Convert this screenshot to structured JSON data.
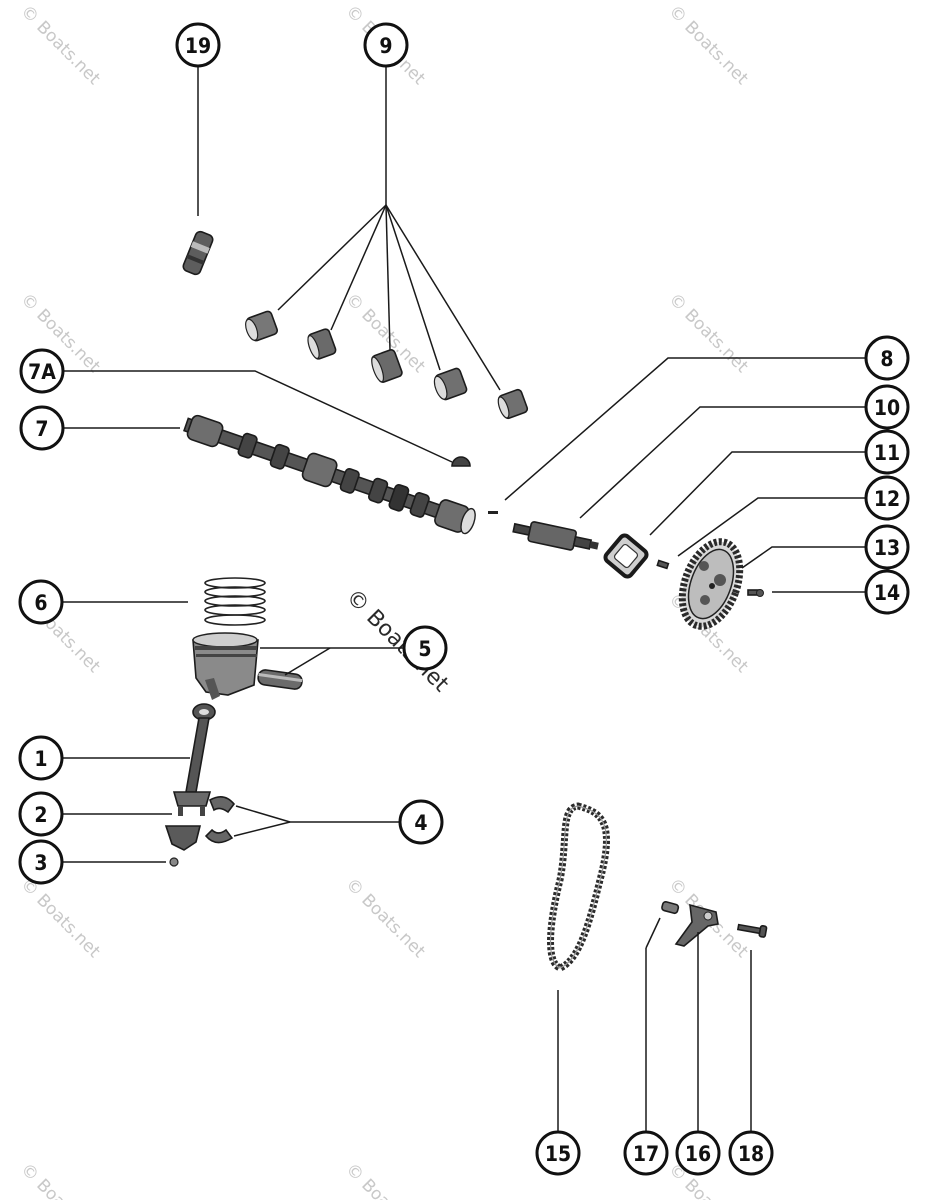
{
  "watermark": "© Boats.net",
  "callouts": {
    "c1": "1",
    "c2": "2",
    "c3": "3",
    "c4": "4",
    "c5": "5",
    "c6": "6",
    "c7": "7",
    "c7a": "7A",
    "c8": "8",
    "c9": "9",
    "c10": "10",
    "c11": "11",
    "c12": "12",
    "c13": "13",
    "c14": "14",
    "c15": "15",
    "c16": "16",
    "c17": "17",
    "c18": "18",
    "c19": "19"
  },
  "colors": {
    "ink": "#1a1a1a",
    "watermark": "#c8c8c8",
    "paper": "#ffffff"
  }
}
